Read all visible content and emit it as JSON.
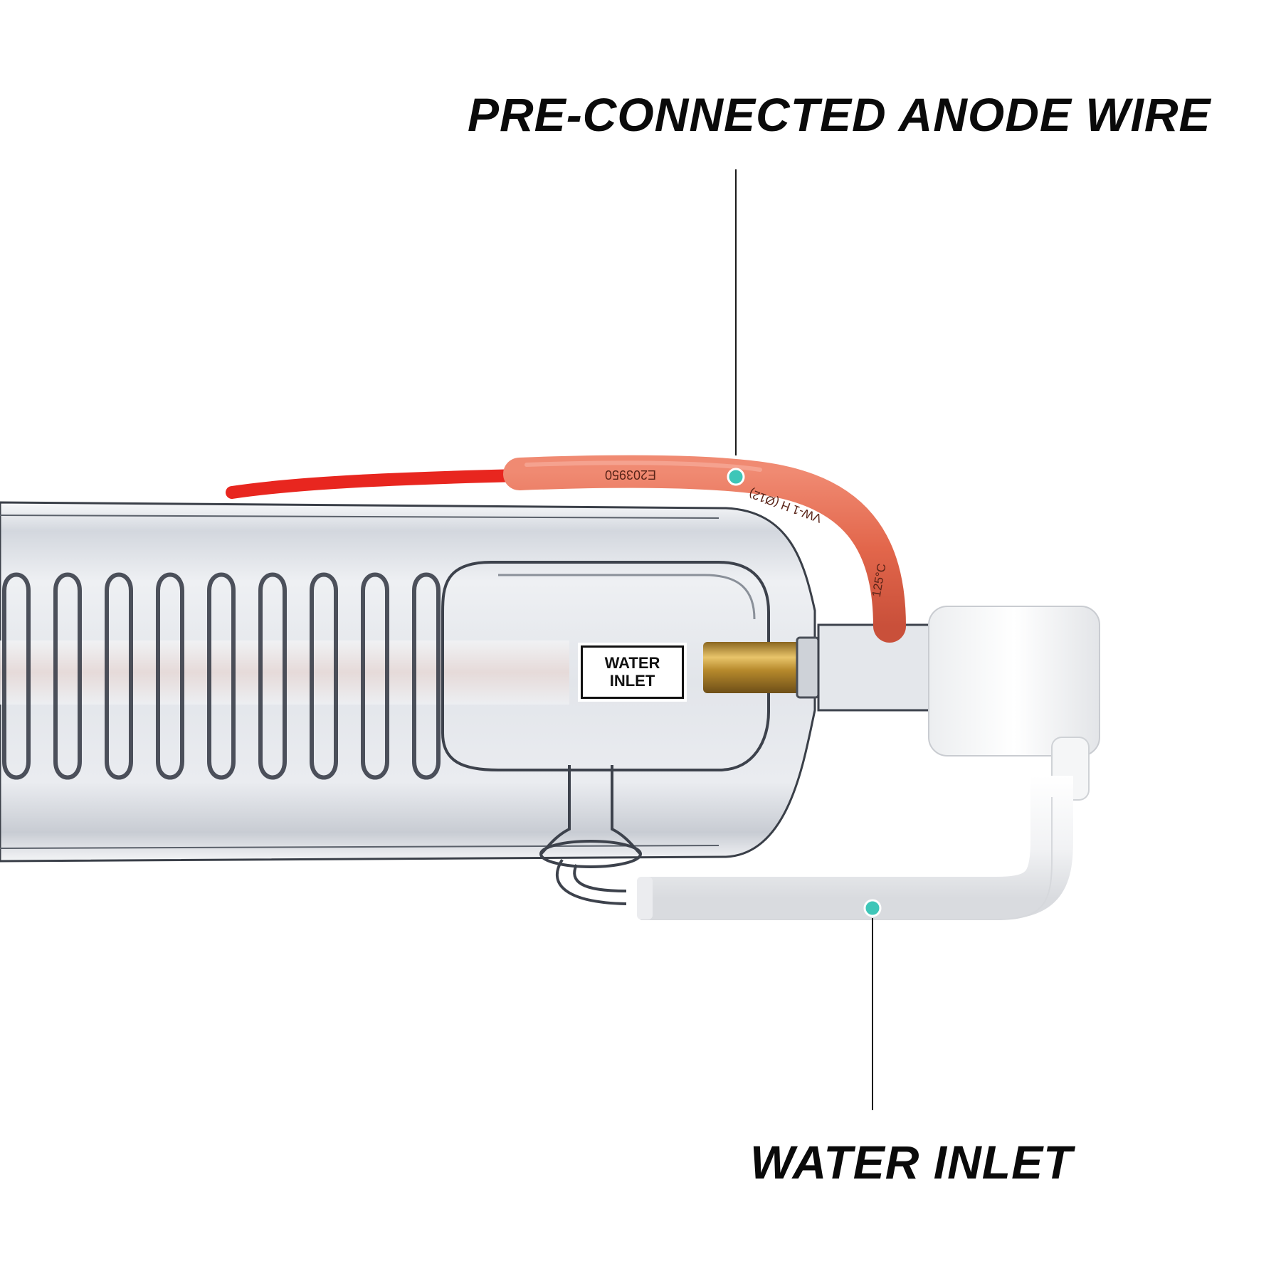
{
  "callouts": {
    "anode": "PRE-CONNECTED ANODE WIRE",
    "water": "WATER INLET"
  },
  "sticker": {
    "line1": "WATER",
    "line2": "INLET"
  },
  "cable_print": {
    "text1": "E203950",
    "text2": "VW-1  H  (Ø12)",
    "text3": "125°C"
  },
  "colors": {
    "accent_dot": "#3ec6b8",
    "wire_red": "#e8261f",
    "sleeve_orange": "#e8735a",
    "brass": "#c79a3a",
    "glass": "#dfe3ea"
  }
}
